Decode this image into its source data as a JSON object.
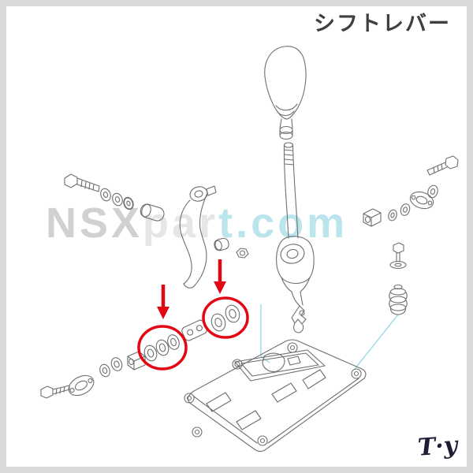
{
  "page": {
    "title": "シフトレバー",
    "watermark": {
      "brand": "NSX",
      "mid": "par",
      "accent": "t.com"
    },
    "logo_signature": "T·y"
  },
  "colors": {
    "background": "#ffffff",
    "border": "#d9d9d9",
    "line": "#6f6f6f",
    "title": "#3f3f3f",
    "highlight_red": "#e30613",
    "connector_cyan": "#8fd8e4",
    "watermark_gray": "#b4b4b4",
    "watermark_cyan": "#8ed4e0",
    "logo": "#1d1d33"
  }
}
